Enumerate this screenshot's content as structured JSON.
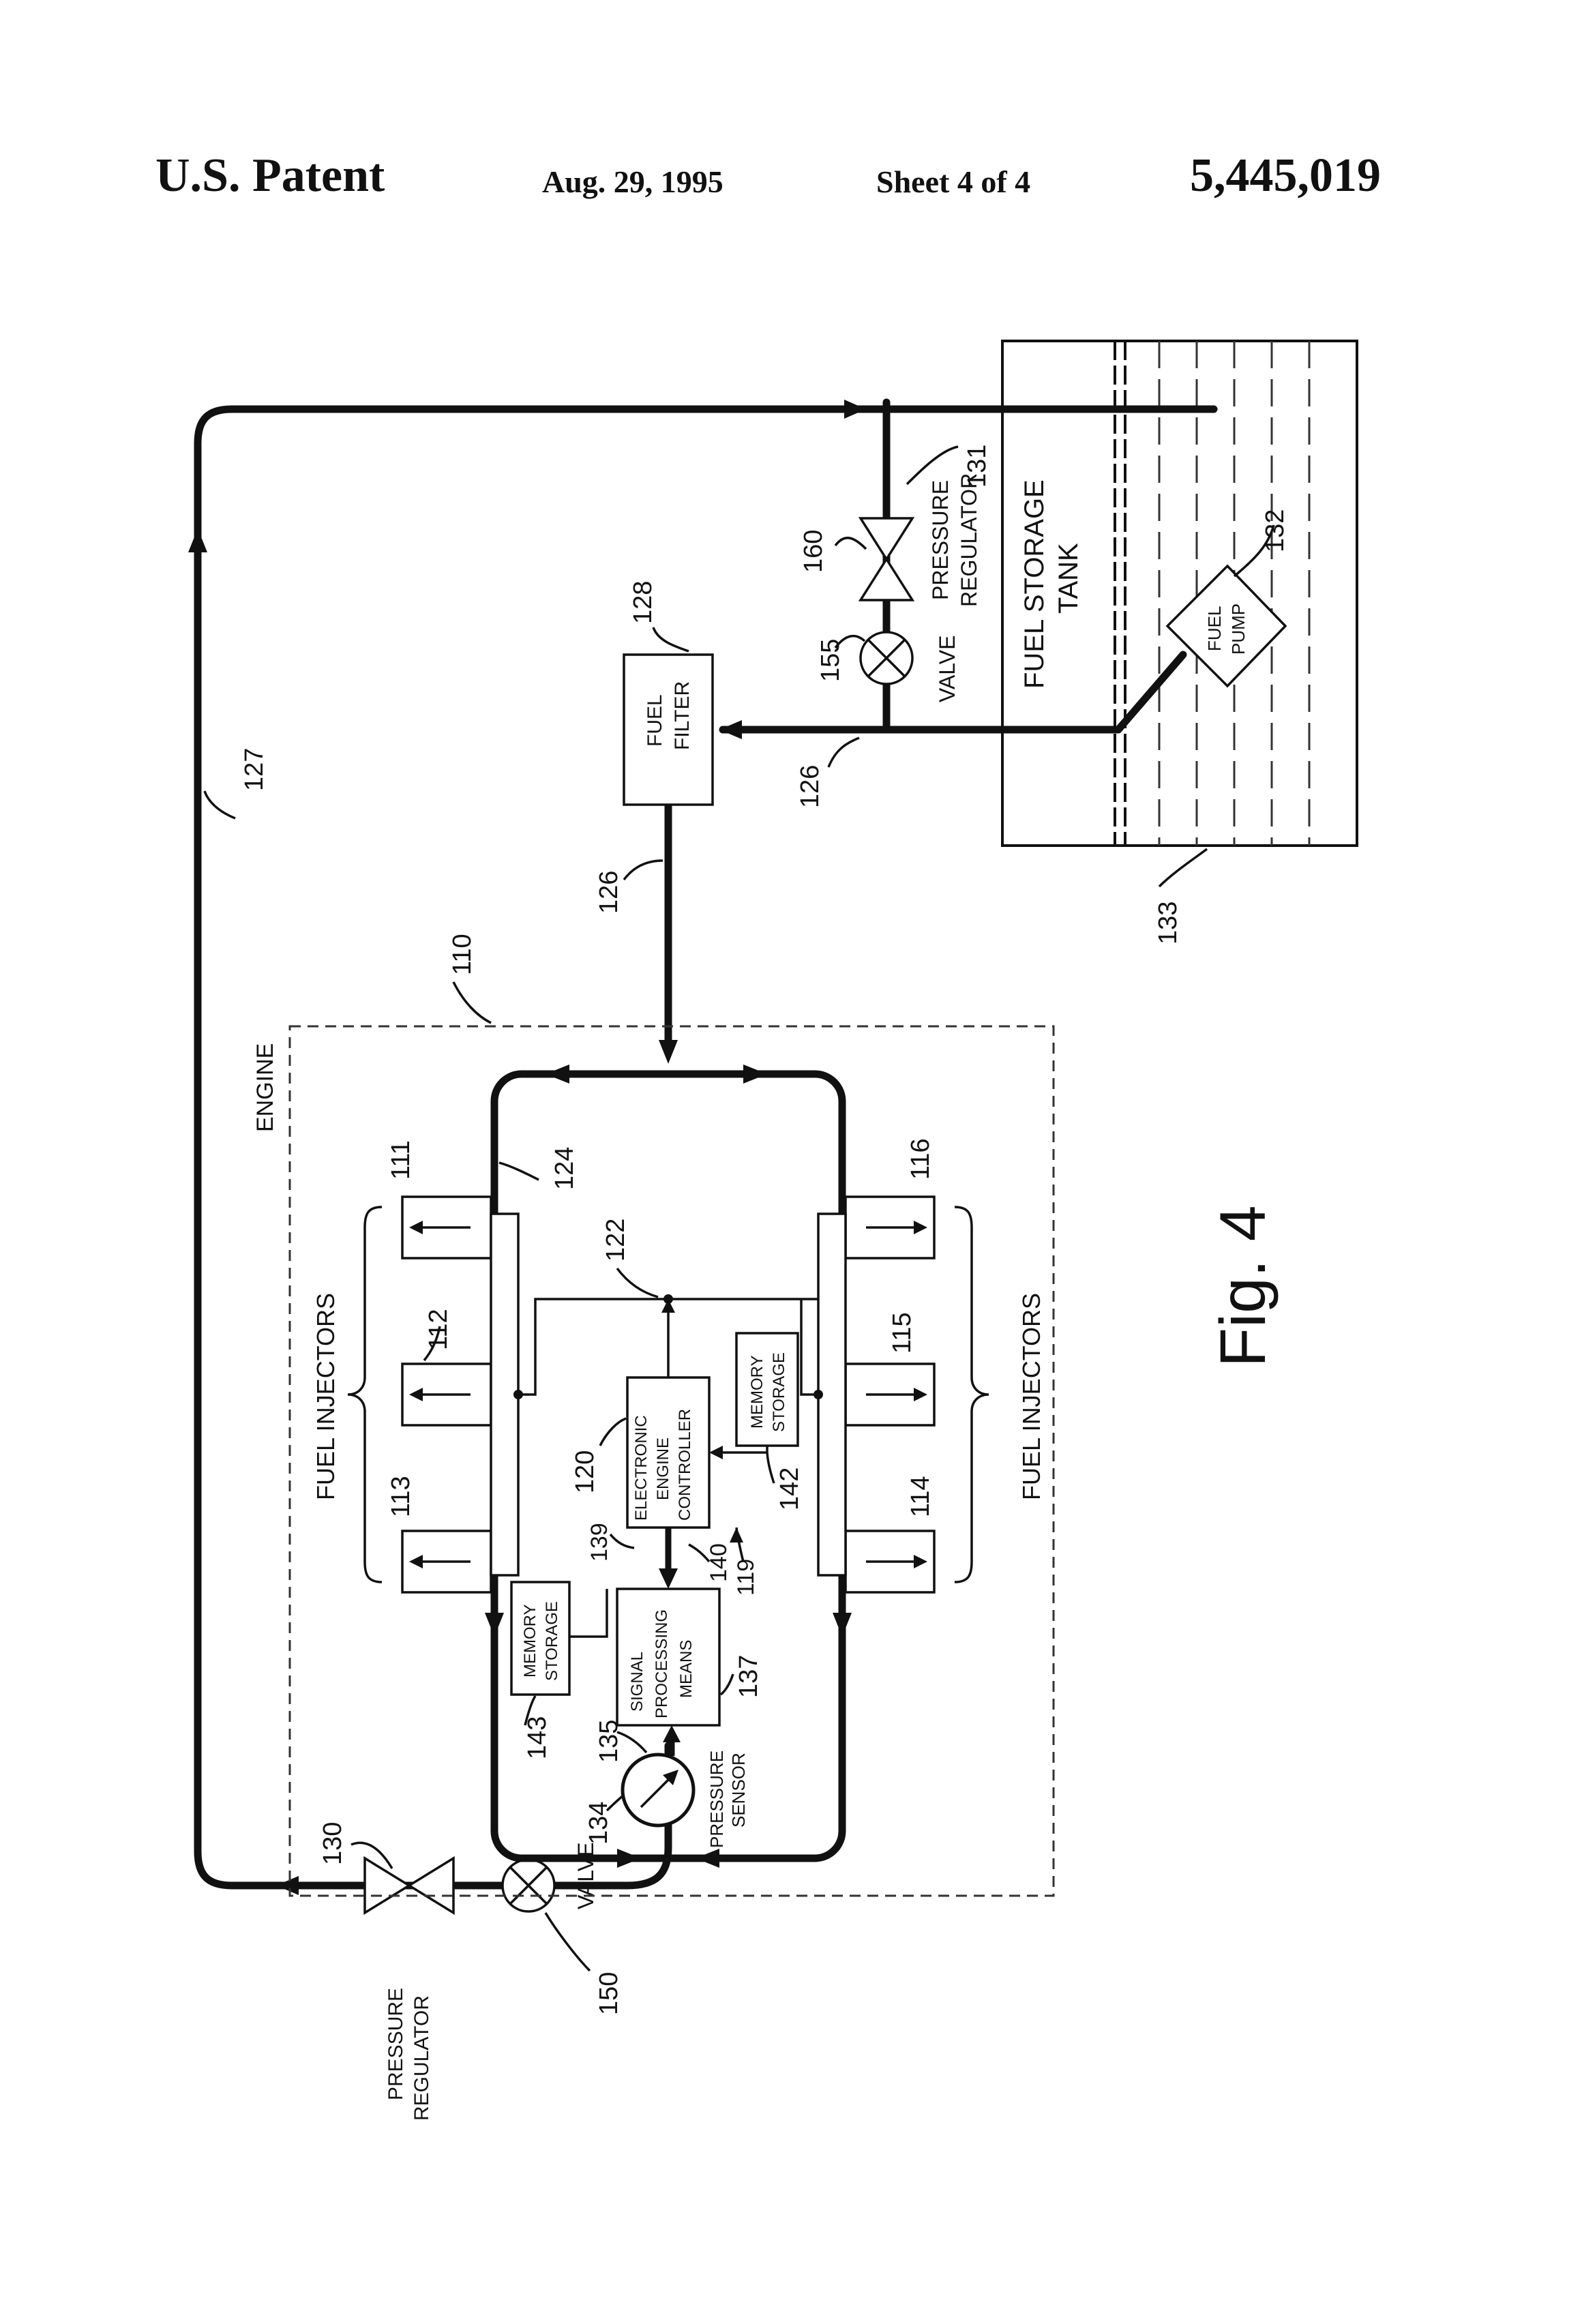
{
  "header": {
    "title": "U.S. Patent",
    "date": "Aug. 29, 1995",
    "sheet": "Sheet 4 of 4",
    "number": "5,445,019"
  },
  "figure": {
    "caption": "Fig. 4",
    "blocks": {
      "fuel_storage_tank": "FUEL STORAGE TANK",
      "fuel_pump": "FUEL PUMP",
      "fuel_filter": "FUEL FILTER",
      "engine": "ENGINE",
      "fuel_injectors_top": "FUEL INJECTORS",
      "fuel_injectors_bottom": "FUEL INJECTORS",
      "electronic_engine_controller": "ELECTRONIC ENGINE CONTROLLER",
      "memory_storage_142": "MEMORY STORAGE",
      "memory_storage_143": "MEMORY STORAGE",
      "signal_processing_means": "SIGNAL PROCESSING MEANS",
      "pressure_sensor": "PRESSURE SENSOR",
      "valve_150": "VALVE",
      "valve_155": "VALVE",
      "pressure_regulator_130": "PRESSURE REGULATOR",
      "pressure_regulator_131": "PRESSURE REGULATOR"
    },
    "refs": {
      "r110": "110",
      "r111": "111",
      "r112": "112",
      "r113": "113",
      "r114": "114",
      "r115": "115",
      "r116": "116",
      "r119": "119",
      "r120": "120",
      "r122": "122",
      "r124": "124",
      "r126a": "126",
      "r126b": "126",
      "r127": "127",
      "r128": "128",
      "r130": "130",
      "r131": "131",
      "r132": "132",
      "r133": "133",
      "r134": "134",
      "r135": "135",
      "r137": "137",
      "r139": "139",
      "r140": "140",
      "r142": "142",
      "r143": "143",
      "r150": "150",
      "r155": "155",
      "r160": "160"
    }
  }
}
